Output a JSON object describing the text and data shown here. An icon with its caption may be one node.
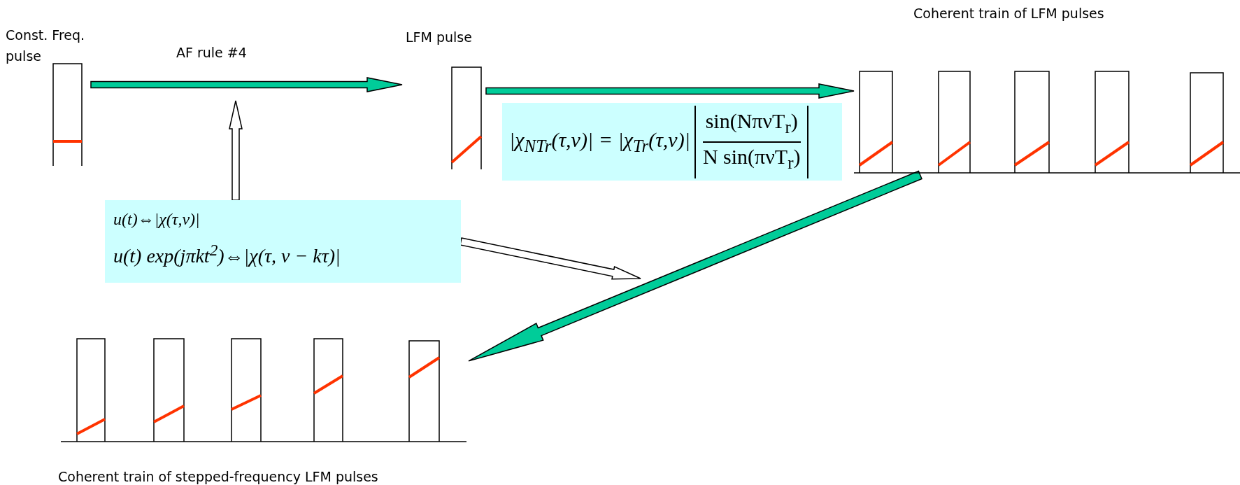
{
  "diagram": {
    "nodes": [
      {
        "text": [
          "Const. Freq. pulse"
        ]
      },
      {
        "text": [
          "LFM pulse"
        ]
      },
      {
        "text": [
          "Coherent train of LFM pulses"
        ]
      },
      {
        "text": [
          "u(t)⇔|χ(τ,ν)|",
          "u(t) exp(jπkt$^{2}$)⇔|χ(τ, ν − kτ)|"
        ]
      },
      {
        "text": [
          "|χ$_{NTr}$(τ,ν)| = |χ$_{Tr}$(τ,ν)|",
          "sin(NπνT$_{r}$)",
          "N sin(πνT$_{r}$)"
        ]
      },
      {
        "text": [
          "Coherent train of stepped-frequency LFM pulses"
        ]
      }
    ],
    "edges": [
      {
        "from": 0,
        "to": 1,
        "arrow": "to",
        "label": "AF rule #4",
        "color": "#00cc99"
      },
      {
        "from": 1,
        "to": 2,
        "arrow": "to",
        "color": "#00cc99"
      },
      {
        "from": 3,
        "to": null,
        "arrow": "to",
        "color": "#ffffff"
      },
      {
        "from": 3,
        "to": null,
        "arrow": "to",
        "color": "#ffffff"
      },
      {
        "from": 2,
        "to": 5,
        "arrow": "to",
        "style": "thick",
        "color": "#00cc99"
      }
    ]
  }
}
